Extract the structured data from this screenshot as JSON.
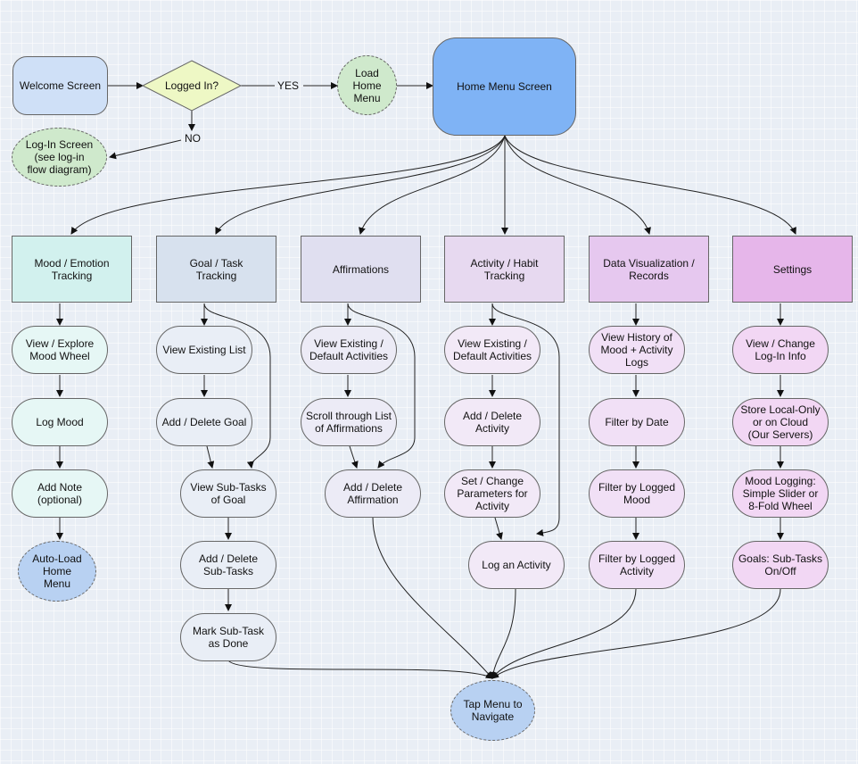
{
  "colors": {
    "blue_light": "#cfe0f7",
    "blue_home": "#7fb3f5",
    "green_diamond": "#eef8c5",
    "green_oval": "#cfe9cc",
    "cyan_header": "#d2f1ee",
    "cyan_pill": "#e6f7f5",
    "slate_header": "#d7e1ee",
    "slate_pill": "#e9eef6",
    "lav_header": "#e0dff0",
    "lav_pill": "#ecebf6",
    "lilac_header": "#e7d9f0",
    "lilac_pill": "#f2e9f7",
    "pink_header": "#e6c8ef",
    "pink_pill": "#f1e0f6",
    "magenta_header": "#e6b6ea",
    "magenta_pill": "#f2d7f4",
    "tap_oval": "#b8d1f2"
  },
  "top": {
    "welcome": "Welcome Screen",
    "logged_in": "Logged In?",
    "yes": "YES",
    "no": "NO",
    "load_home": "Load\nHome\nMenu",
    "home_menu": "Home Menu Screen",
    "login_screen": "Log-In Screen\n(see log-in\nflow diagram)"
  },
  "columns": [
    {
      "header": "Mood / Emotion\nTracking",
      "items": [
        "View / Explore\nMood Wheel",
        "Log Mood",
        "Add Note\n(optional)"
      ],
      "end": "Auto-Load\nHome\nMenu"
    },
    {
      "header": "Goal / Task\nTracking",
      "items": [
        "View Existing List",
        "Add / Delete Goal",
        "View Sub-Tasks\nof Goal",
        "Add / Delete\nSub-Tasks",
        "Mark Sub-Task\nas Done"
      ]
    },
    {
      "header": "Affirmations",
      "items": [
        "View Existing /\nDefault Activities",
        "Scroll through List\nof Affirmations",
        "Add / Delete\nAffirmation"
      ]
    },
    {
      "header": "Activity / Habit\nTracking",
      "items": [
        "View Existing /\nDefault Activities",
        "Add / Delete\nActivity",
        "Set / Change\nParameters for\nActivity",
        "Log an Activity"
      ]
    },
    {
      "header": "Data Visualization /\nRecords",
      "items": [
        "View History of\nMood + Activity\nLogs",
        "Filter by Date",
        "Filter by Logged\nMood",
        "Filter by Logged\nActivity"
      ]
    },
    {
      "header": "Settings",
      "items": [
        "View / Change\nLog-In Info",
        "Store Local-Only\nor on Cloud\n(Our Servers)",
        "Mood Logging:\nSimple Slider or\n8-Fold Wheel",
        "Goals: Sub-Tasks\nOn/Off"
      ]
    }
  ],
  "tap_menu": "Tap Menu to\nNavigate"
}
